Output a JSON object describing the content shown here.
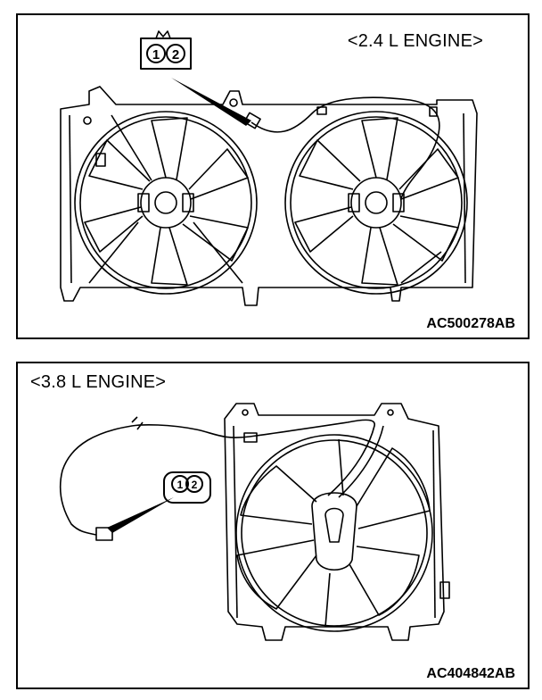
{
  "top_panel": {
    "engine_label": "<2.4 L ENGINE>",
    "figure_code": "AC500278AB",
    "connector_pins": [
      "1",
      "2"
    ]
  },
  "bottom_panel": {
    "engine_label": "<3.8 L ENGINE>",
    "figure_code": "AC404842AB",
    "connector_pins": [
      "1",
      "2"
    ]
  }
}
